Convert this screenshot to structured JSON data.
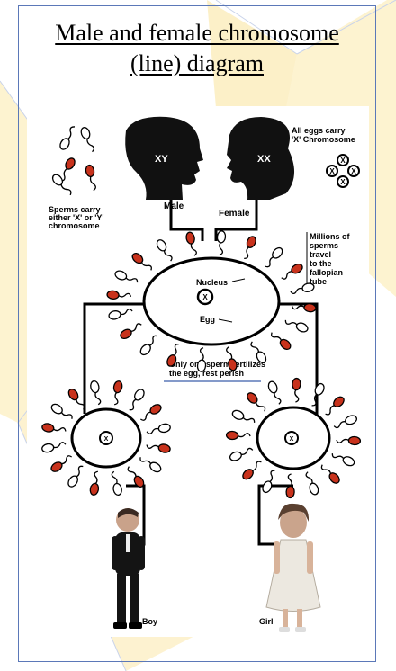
{
  "title": {
    "line1": "Male and female chromosome",
    "line2": "(line) diagram"
  },
  "labels": {
    "xy": "XY",
    "xx": "XX",
    "male": "Male",
    "female": "Female",
    "sperms_carry_1": "Sperms carry",
    "sperms_carry_2": "either 'X' or 'Y'",
    "sperms_carry_3": "chromosome",
    "eggs_carry_1": "All eggs carry",
    "eggs_carry_2": "'X' Chromosome",
    "millions_1": "Millions of",
    "millions_2": "sperms",
    "millions_3": "travel",
    "millions_4": "to the",
    "millions_5": "fallopian",
    "millions_6": "tube",
    "nucleus": "Nucleus",
    "egg": "Egg",
    "only_one_1": "Only one sperm fertilizes",
    "only_one_2": "the egg, rest perish",
    "boy": "Boy",
    "girl": "Girl",
    "x": "X"
  },
  "colors": {
    "frame_border": "#5b78b8",
    "sperm_red": "#c8321c",
    "sperm_outline": "#000000",
    "background_shape": "#fdf3d0"
  }
}
